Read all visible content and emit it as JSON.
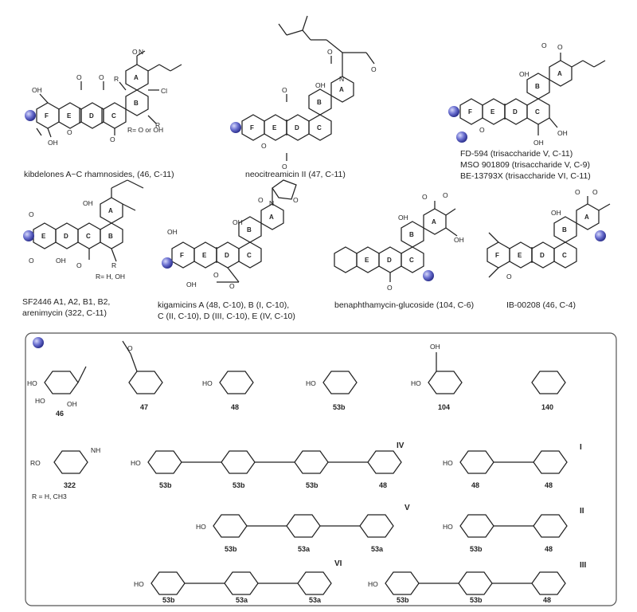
{
  "captions": {
    "c1": "kibdelones A~C rhamnosides,  (46, C-11)",
    "c2": "neocitreamicin II (47, C-11)",
    "c3a": "FD-594 (trisaccharide V, C-11)",
    "c3b": "MSO 901809 (trisaccharide V, C-9)",
    "c3c": "BE-13793X (trisaccharide VI, C-11)",
    "c4a": "SF2446 A1, A2, B1, B2,",
    "c4b": "arenimycin (322, C-11)",
    "c5a": "kigamicins A (48, C-10), B (I, C-10),",
    "c5b": "C (II, C-10), D (III, C-10),  E (IV, C-10)",
    "c6": "benaphthamycin-glucoside (104, C-6)",
    "c7": "IB-00208 (46, C-4)"
  },
  "notes": {
    "r1": "R= O or OH",
    "r2": "R= H, OH",
    "r3": "R = H, CH3"
  },
  "sugars": {
    "s46": "46",
    "s47": "47",
    "s48": "48",
    "s53b": "53b",
    "s104": "104",
    "s140": "140",
    "s322": "322",
    "s53a": "53a"
  },
  "oligos": {
    "I": "I",
    "II": "II",
    "III": "III",
    "IV": "IV",
    "V": "V",
    "VI": "VI"
  },
  "atoms": {
    "OH": "OH",
    "O": "O",
    "N": "N",
    "Cl": "Cl",
    "R": "R",
    "HO": "HO",
    "RO": "RO",
    "NH": "NH"
  },
  "colors": {
    "ball": "#5a5fc8",
    "ball_hi": "#c7c9f5",
    "line": "#222222"
  }
}
